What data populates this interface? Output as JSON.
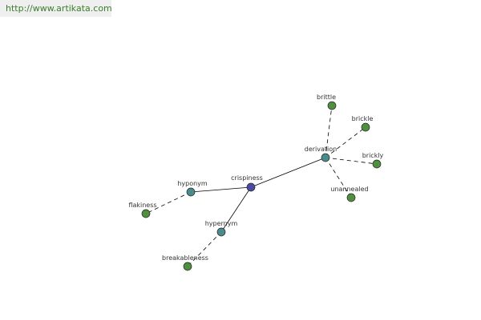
{
  "watermark": {
    "text": "http://www.artikata.com"
  },
  "colors": {
    "center": "#4a4aa0",
    "relation": "#4a8c8c",
    "leaf": "#4f8f3f",
    "edge": "#000000"
  },
  "nodes": {
    "crispiness": "crispiness",
    "hyponym": "hyponym",
    "hypernym": "hypernym",
    "derivation": "derivation",
    "flakiness": "flakiness",
    "breakableness": "breakableness",
    "brittle": "brittle",
    "brickle": "brickle",
    "brickly": "brickly",
    "unannealed": "unannealed"
  }
}
